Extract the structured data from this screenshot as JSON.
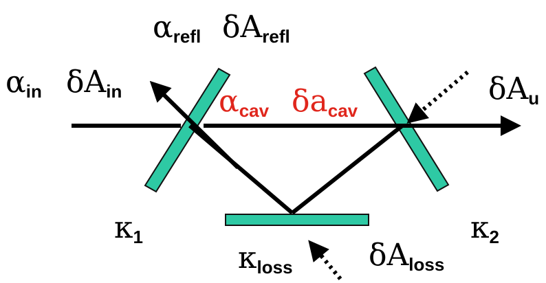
{
  "colors": {
    "mirror_fill": "#2ec9a4",
    "mirror_stroke": "#111111",
    "beam": "#000000",
    "cavity_label": "#e0261c",
    "text": "#000000"
  },
  "labels": {
    "alpha_in": {
      "main": "α",
      "sub": "in"
    },
    "dA_in": {
      "main": "δA",
      "sub": "in"
    },
    "alpha_refl": {
      "main": "α",
      "sub": "refl"
    },
    "dA_refl": {
      "main": "δA",
      "sub": "refl"
    },
    "alpha_cav": {
      "main": "α",
      "sub": "cav"
    },
    "da_cav": {
      "main": "δa",
      "sub": "cav"
    },
    "dA_u": {
      "main": "δA",
      "sub": "u"
    },
    "kappa_1": {
      "main": "κ",
      "sub": "1"
    },
    "kappa_2": {
      "main": "κ",
      "sub": "2"
    },
    "kappa_loss": {
      "main": "κ",
      "sub": "loss"
    },
    "dA_loss": {
      "main": "δA",
      "sub": "loss"
    }
  },
  "icons": {
    "input_beam": "arrow-right",
    "reflected_beam": "arrow-up-left",
    "output_beam": "arrow-right",
    "noise_u": "dotted-arrow",
    "noise_loss": "dotted-arrow"
  }
}
